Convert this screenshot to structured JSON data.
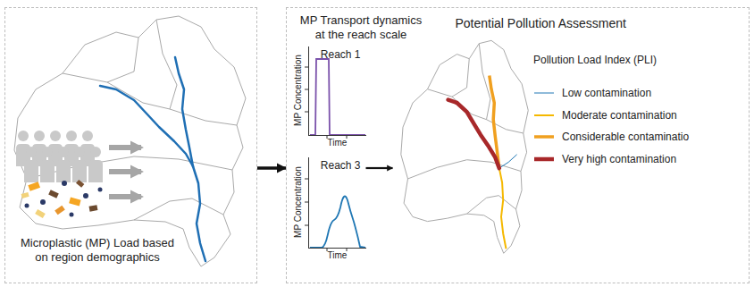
{
  "diagram": {
    "nodes": [
      {
        "text": [
          "Microplastic (MP) Load based on region demographics"
        ]
      },
      {
        "text": [
          "MP Transport dynamics at the reach scale"
        ]
      },
      {
        "text": [
          "Reach 1",
          "MP Concentration",
          "Time"
        ],
        "in": 1
      },
      {
        "text": [
          "Reach 3",
          "MP Concentration",
          "Time"
        ],
        "in": 1
      },
      {
        "text": [
          "Potential Pollution Assessment"
        ],
        "in": 1
      }
    ],
    "edges": [
      {
        "from": 0,
        "to": 1,
        "arrow": "to"
      },
      {
        "from": 3,
        "to": 4,
        "arrow": "to"
      }
    ],
    "labels": [
      "Pollution Load Index (PLI)"
    ],
    "legend": [
      {
        "text": "Low contamination"
      },
      {
        "text": "Moderate contamination"
      },
      {
        "text": "Considerable contaminatio"
      },
      {
        "text": "Very high contamination"
      }
    ]
  }
}
